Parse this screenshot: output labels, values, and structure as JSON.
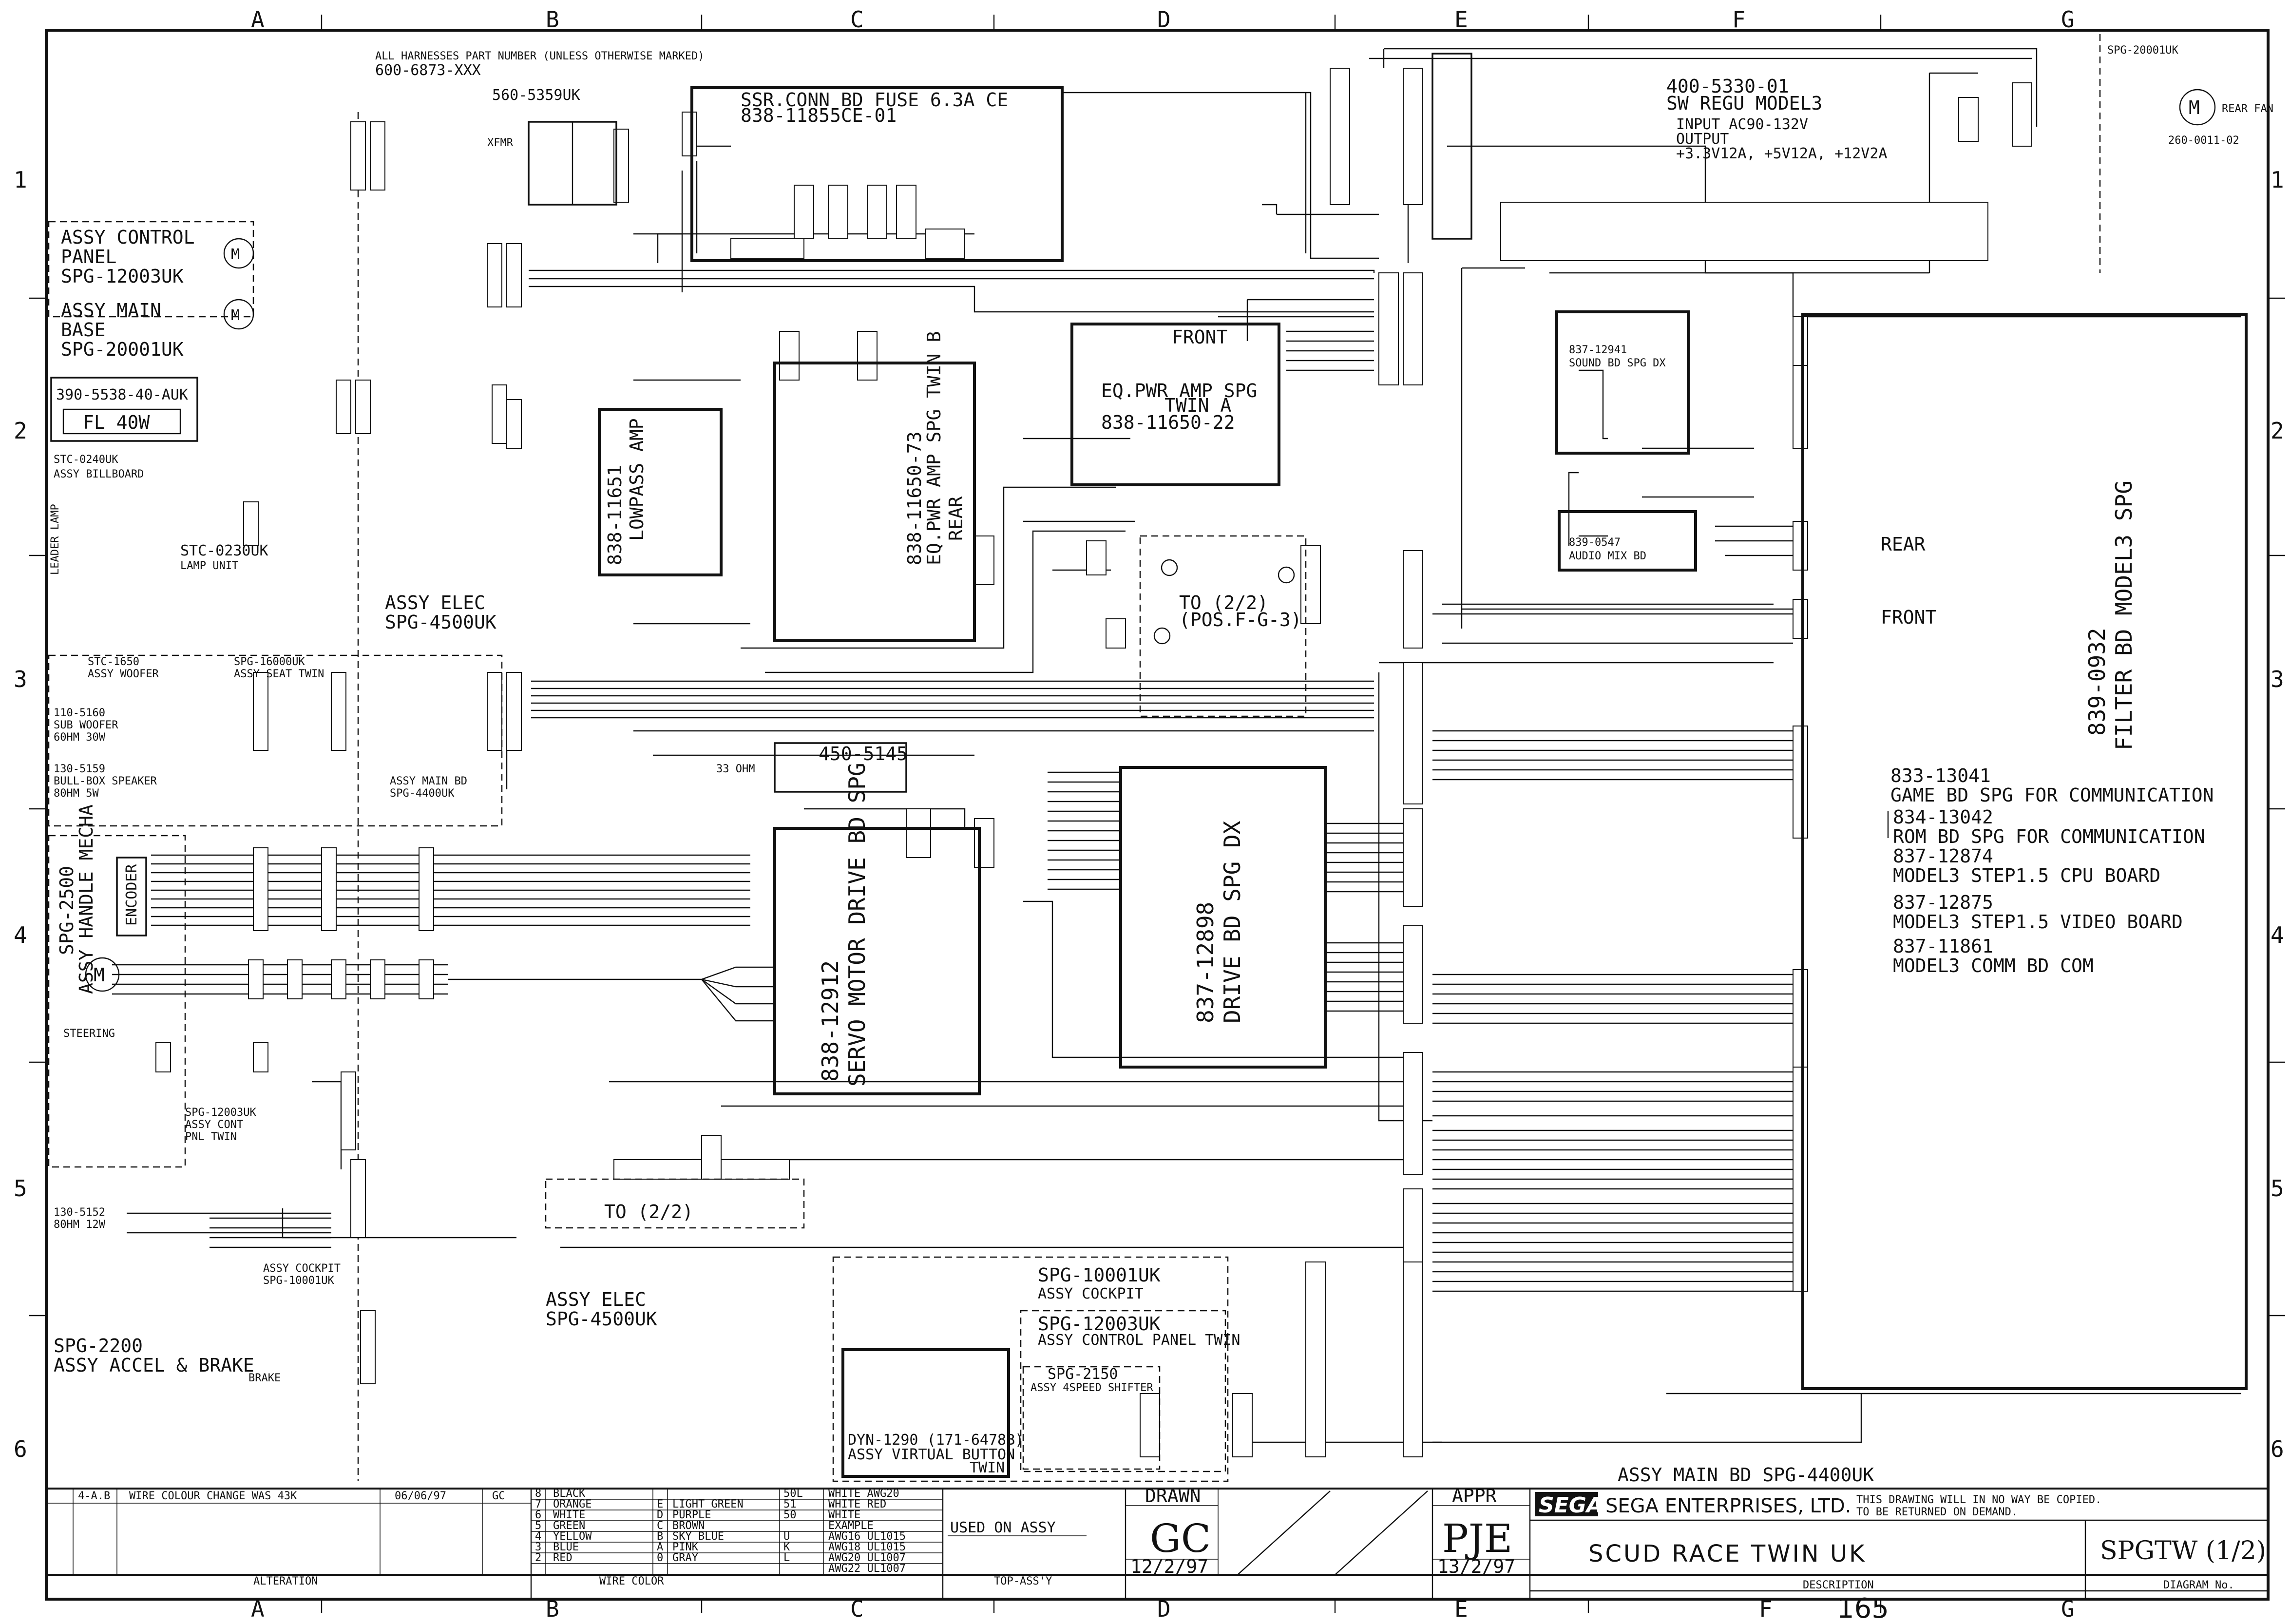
{
  "grid": {
    "columns": [
      "A",
      "B",
      "C",
      "D",
      "E",
      "F",
      "G"
    ],
    "rows": [
      "1",
      "2",
      "3",
      "4",
      "5",
      "6"
    ]
  },
  "header_note": {
    "line1": "ALL HARNESSES PART NUMBER (UNLESS OTHERWISE MARKED)",
    "line2": "600-6873-XXX"
  },
  "blocks": {
    "xfmr": {
      "code": "560-5359UK",
      "name": "XFMR"
    },
    "control_panel": {
      "l1": "ASSY CONTROL",
      "l2": "PANEL",
      "l3": "SPG-12003UK"
    },
    "main_base": {
      "l1": "ASSY MAIN",
      "l2": "BASE",
      "l3": "SPG-20001UK"
    },
    "fl": {
      "code": "390-5538-40-AUK",
      "name": "FL 40W"
    },
    "billboard": {
      "l1": "STC-0240UK",
      "l2": "ASSY BILLBOARD"
    },
    "lamp_unit": {
      "l1": "STC-0230UK",
      "l2": "LAMP UNIT"
    },
    "leader_lamp": "LEADER LAMP",
    "elec_top": {
      "l1": "ASSY ELEC",
      "l2": "SPG-4500UK"
    },
    "seat": {
      "l1": "STC-1650",
      "l2": "ASSY WOOFER",
      "l3": "SPG-16000UK",
      "l4": "ASSY SEAT TWIN"
    },
    "sub_woofer": {
      "l1": "110-5160",
      "l2": "SUB WOOFER",
      "l3": "60HM 30W"
    },
    "bullbox": {
      "l1": "130-5159",
      "l2": "BULL-BOX SPEAKER",
      "l3": "80HM 5W"
    },
    "main_bd_left": {
      "l1": "ASSY MAIN BD",
      "l2": "SPG-4400UK"
    },
    "handle": {
      "l1": "SPG-2500",
      "l2": "ASSY HANDLE MECHA",
      "encoder": "ENCODER"
    },
    "steering": "STEERING",
    "cont_pnl": {
      "l1": "SPG-12003UK",
      "l2": "ASSY CONT",
      "l3": "PNL TWIN"
    },
    "speaker5152": {
      "l1": "130-5152",
      "l2": "80HM 12W"
    },
    "cockpit_left": {
      "l1": "ASSY COCKPIT",
      "l2": "SPG-10001UK"
    },
    "accel": {
      "l1": "SPG-2200",
      "l2": "ASSY ACCEL & BRAKE",
      "brake": "BRAKE"
    },
    "elec_bottom": {
      "l1": "ASSY ELEC",
      "l2": "SPG-4500UK"
    },
    "ssr": {
      "l1": "SSR.CONN BD FUSE 6.3A CE",
      "l2": "838-11855CE-01"
    },
    "lowpass": {
      "code": "838-11651",
      "name": "LOWPASS AMP"
    },
    "amp_rear": {
      "code": "838-11650-73",
      "name": "EQ.PWR AMP SPG TWIN B",
      "pos": "REAR"
    },
    "amp_front": {
      "pos": "FRONT",
      "l1": "EQ.PWR AMP SPG",
      "l2": "TWIN A",
      "code": "838-11650-22"
    },
    "fuse_unit": {
      "code": "450-5145",
      "r": "33 OHM"
    },
    "servo": {
      "code": "838-12912",
      "name": "SERVO MOTOR DRIVE BD SPG"
    },
    "drive_dx": {
      "code": "837-12898",
      "name": "DRIVE BD SPG DX"
    },
    "to22_a": {
      "l1": "TO (2/2)",
      "l2": "(POS.F-G-3)"
    },
    "to22_b": "TO (2/2)",
    "sw_regu": {
      "l1": "400-5330-01",
      "l2": "SW REGU MODEL3",
      "l3": "INPUT AC90-132V",
      "l4": "OUTPUT",
      "l5": "+3.3V12A, +5V12A, +12V2A"
    },
    "fan_top": {
      "code": "SPG-20001UK",
      "name": "REAR FAN",
      "part": "260-0011-02"
    },
    "sound_bd": {
      "code": "837-12941",
      "name": "SOUND BD SPG DX"
    },
    "audio_mix": {
      "code": "839-0547",
      "name": "AUDIO MIX BD"
    },
    "filter": {
      "code": "839-0932",
      "name": "FILTER BD MODEL3 SPG"
    },
    "rear_label": "REAR",
    "front_label": "FRONT",
    "boards": [
      {
        "code": "833-13041",
        "name": "GAME BD SPG FOR COMMUNICATION"
      },
      {
        "code": "834-13042",
        "name": "ROM BD SPG FOR COMMUNICATION"
      },
      {
        "code": "837-12874",
        "name": "MODEL3 STEP1.5 CPU BOARD"
      },
      {
        "code": "837-12875",
        "name": "MODEL3 STEP1.5 VIDEO BOARD"
      },
      {
        "code": "837-11861",
        "name": "MODEL3 COMM BD COM"
      }
    ],
    "cockpit_box": {
      "l1": "SPG-10001UK",
      "l2": "ASSY COCKPIT",
      "l3": "SPG-12003UK",
      "l4": "ASSY CONTROL PANEL TWIN",
      "shifter1": "SPG-2150",
      "shifter2": "ASSY 4SPEED SHIFTER",
      "vb1": "DYN-1290 (171-6478B)",
      "vb2": "ASSY VIRTUAL BUTTON",
      "vb3": "TWIN"
    },
    "main_bd_bottom": "ASSY MAIN BD SPG-4400UK"
  },
  "title_block": {
    "revision": {
      "mark": "4-A.B",
      "text": "WIRE COLOUR CHANGE WAS 43K",
      "date": "06/06/97",
      "by": "GC"
    },
    "wire_colors": [
      [
        "8",
        "BLACK",
        "",
        ""
      ],
      [
        "7",
        "ORANGE",
        "E",
        "LIGHT GREEN"
      ],
      [
        "6",
        "WHITE",
        "D",
        "PURPLE"
      ],
      [
        "5",
        "GREEN",
        "C",
        "BROWN"
      ],
      [
        "4",
        "YELLOW",
        "B",
        "SKY BLUE"
      ],
      [
        "3",
        "BLUE",
        "A",
        "PINK"
      ],
      [
        "2",
        "RED",
        "0",
        "GRAY"
      ]
    ],
    "wire_types": [
      [
        "50L",
        "WHITE AWG20"
      ],
      [
        "51",
        "WHITE RED"
      ],
      [
        "50",
        "WHITE"
      ],
      [
        "",
        "EXAMPLE"
      ],
      [
        "U",
        "AWG16 UL1015"
      ],
      [
        "K",
        "AWG18 UL1015"
      ],
      [
        "L",
        "AWG20 UL1007"
      ],
      [
        "",
        "AWG22 UL1007"
      ]
    ],
    "used_on": "USED ON ASSY",
    "top_assy": "TOP-ASS'Y",
    "alteration": "ALTERATION",
    "wire_color": "WIRE COLOR",
    "drawn_label": "DRAWN",
    "drawn_by": "GC",
    "drawn_date": "12/2/97",
    "appr_label": "APPR",
    "appr_by": "PJE",
    "appr_date": "13/2/97",
    "company_logo": "SEGA",
    "company": "SEGA ENTERPRISES, LTD.",
    "note1": "THIS DRAWING WILL IN NO WAY BE COPIED.",
    "note2": "TO BE RETURNED ON DEMAND.",
    "title": "SCUD RACE TWIN UK",
    "description_label": "DESCRIPTION",
    "diagram_no": "SPGTW (1/2)",
    "diagram_no_label": "DIAGRAM No.",
    "page": "165"
  }
}
